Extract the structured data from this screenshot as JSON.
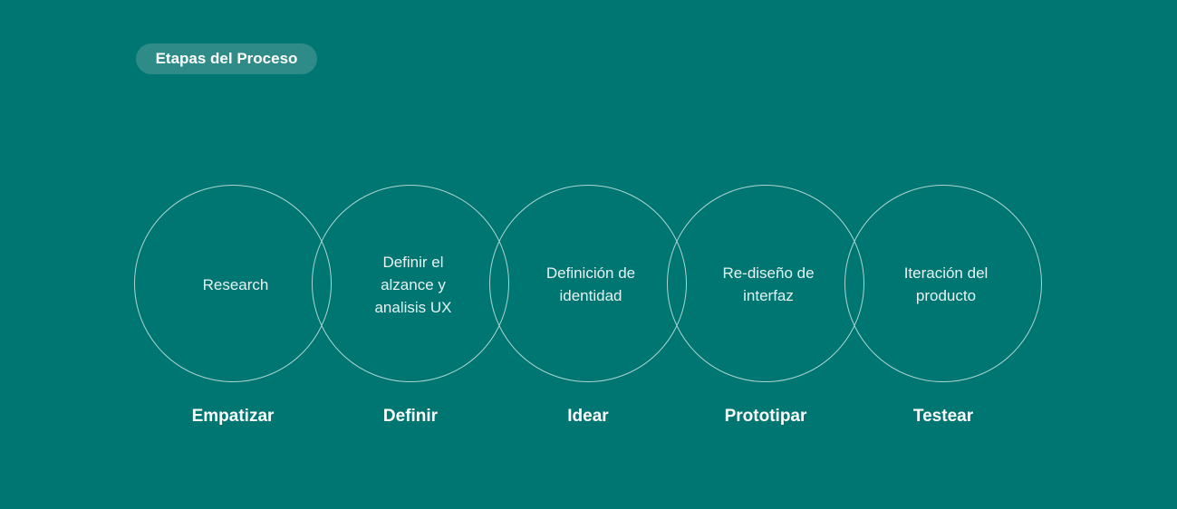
{
  "header": {
    "badge_label": "Etapas del Proceso"
  },
  "stages": [
    {
      "name": "Empatizar",
      "description": "Research"
    },
    {
      "name": "Definir",
      "description": "Definir el alzance y analisis UX"
    },
    {
      "name": "Idear",
      "description": "Definición de identidad"
    },
    {
      "name": "Prototipar",
      "description": "Re-diseño de interfaz"
    },
    {
      "name": "Testear",
      "description": "Iteración del producto"
    }
  ],
  "colors": {
    "background": "#007672",
    "badge": "#2e8b87",
    "circle_stroke": "#a9d6d3"
  }
}
